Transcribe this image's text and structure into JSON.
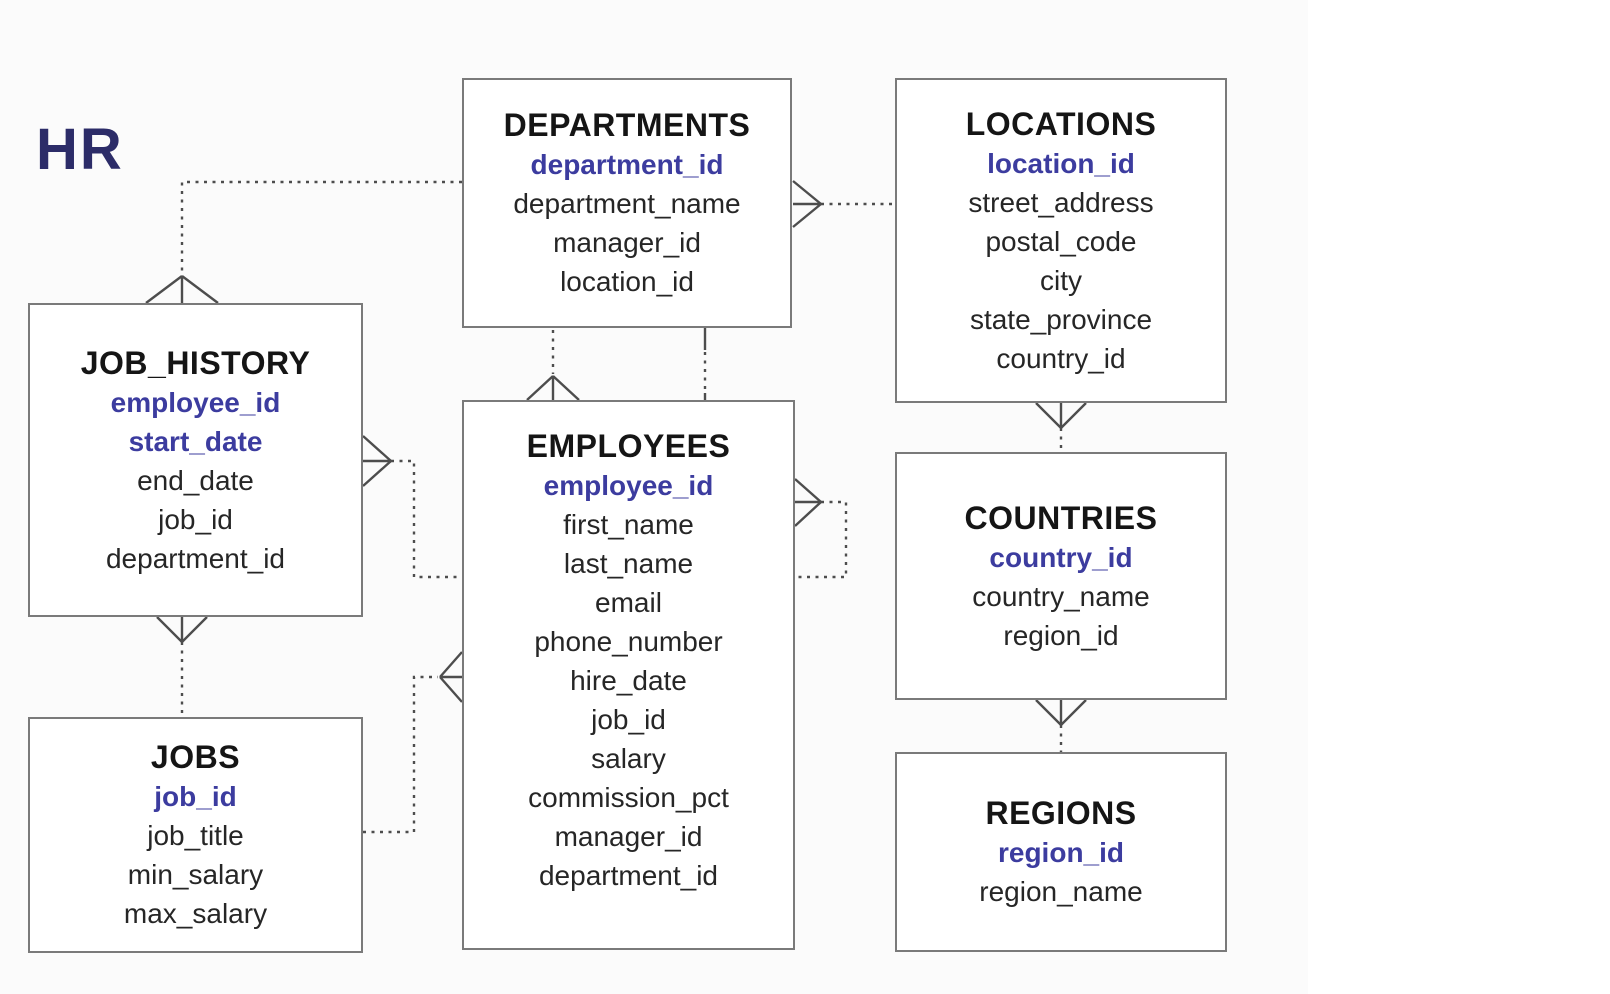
{
  "page": {
    "schema_label": "HR"
  },
  "diagram": {
    "colors": {
      "hr_label": "#2c2c68",
      "table_title_text": "#151515",
      "primary_key_text": "#3c3c9f",
      "column_text": "#262626",
      "box_border": "#7a7a7a",
      "connector_line": "#4d4d4d",
      "background": "#fbfbfb"
    },
    "tables": [
      {
        "name": "DEPARTMENTS",
        "primary_keys": [
          "department_id"
        ],
        "columns": [
          "department_name",
          "manager_id",
          "location_id"
        ]
      },
      {
        "name": "LOCATIONS",
        "primary_keys": [
          "location_id"
        ],
        "columns": [
          "street_address",
          "postal_code",
          "city",
          "state_province",
          "country_id"
        ]
      },
      {
        "name": "JOB_HISTORY",
        "primary_keys": [
          "employee_id",
          "start_date"
        ],
        "columns": [
          "end_date",
          "job_id",
          "department_id"
        ]
      },
      {
        "name": "EMPLOYEES",
        "primary_keys": [
          "employee_id"
        ],
        "columns": [
          "first_name",
          "last_name",
          "email",
          "phone_number",
          "hire_date",
          "job_id",
          "salary",
          "commission_pct",
          "manager_id",
          "department_id"
        ]
      },
      {
        "name": "COUNTRIES",
        "primary_keys": [
          "country_id"
        ],
        "columns": [
          "country_name",
          "region_id"
        ]
      },
      {
        "name": "JOBS",
        "primary_keys": [
          "job_id"
        ],
        "columns": [
          "job_title",
          "min_salary",
          "max_salary"
        ]
      },
      {
        "name": "REGIONS",
        "primary_keys": [
          "region_id"
        ],
        "columns": [
          "region_name"
        ]
      }
    ],
    "relationships": [
      {
        "from": "JOB_HISTORY",
        "to": "DEPARTMENTS",
        "many_end": "JOB_HISTORY",
        "line_style": "dotted"
      },
      {
        "from": "DEPARTMENTS",
        "to": "LOCATIONS",
        "many_end": "DEPARTMENTS",
        "line_style": "dotted"
      },
      {
        "from": "JOB_HISTORY",
        "to": "EMPLOYEES",
        "many_end": "JOB_HISTORY",
        "line_style": "dotted"
      },
      {
        "from": "EMPLOYEES",
        "to": "DEPARTMENTS",
        "many_end": "EMPLOYEES",
        "line_style": "dotted"
      },
      {
        "from": "DEPARTMENTS",
        "to": "EMPLOYEES",
        "many_end": "none",
        "line_style": "dotted"
      },
      {
        "from": "EMPLOYEES",
        "to": "EMPLOYEES",
        "many_end": "EMPLOYEES",
        "line_style": "dotted"
      },
      {
        "from": "LOCATIONS",
        "to": "COUNTRIES",
        "many_end": "LOCATIONS",
        "line_style": "dotted"
      },
      {
        "from": "COUNTRIES",
        "to": "REGIONS",
        "many_end": "COUNTRIES",
        "line_style": "dotted"
      },
      {
        "from": "JOB_HISTORY",
        "to": "JOBS",
        "many_end": "JOB_HISTORY",
        "line_style": "dotted"
      },
      {
        "from": "EMPLOYEES",
        "to": "JOBS",
        "many_end": "EMPLOYEES",
        "line_style": "dotted"
      }
    ]
  }
}
